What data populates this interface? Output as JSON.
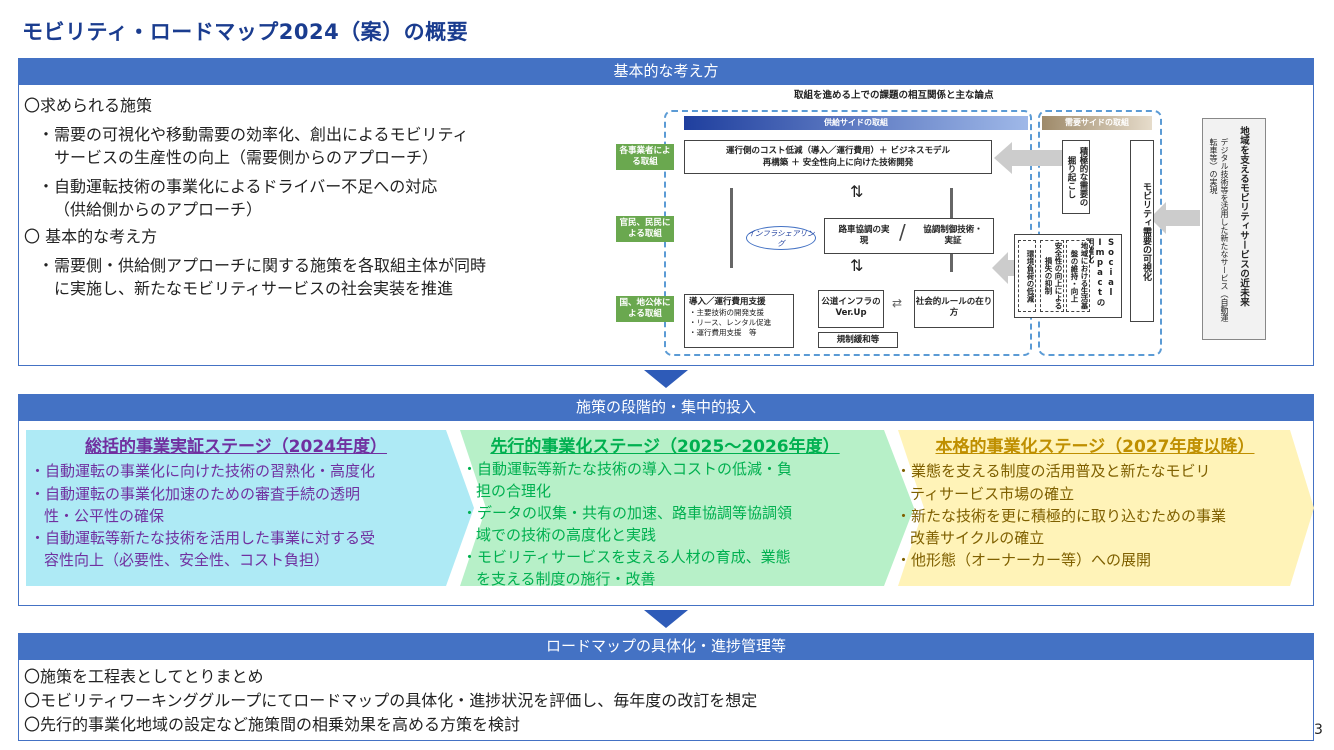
{
  "title": "モビリティ・ロードマップ2024（案）の概要",
  "page_number": "3",
  "section1": {
    "header": "基本的な考え方",
    "lines": [
      "〇求められる施策",
      "・需要の可視化や移動需要の効率化、創出によるモビリティ",
      "サービスの生産性の向上（需要側からのアプローチ）",
      "・自動運転技術の事業化によるドライバー不足への対応",
      "（供給側からのアプローチ）",
      "〇 基本的な考え方",
      "・需要側・供給側アプローチに関する施策を各取組主体が同時",
      "に実施し、新たなモビリティサービスの社会実装を推進"
    ]
  },
  "diagram": {
    "title": "取組を進める上での課題の相互関係と主な論点",
    "supply_label": "供給サイドの取組",
    "demand_label": "需要サイドの取組",
    "actor_labels": [
      "各事業者による取組",
      "官民、民民による取組",
      "国、地公体による取組"
    ],
    "cost_box": "運行側のコスト低減（導入／運行費用）＋ ビジネスモデル再構築 ＋ 安全性向上に向けた技術開発",
    "infra_sharing": "インフラシェアリング",
    "v2x_box": "路車協調の実現",
    "coop_box": "協調制御技術・実証",
    "support_title": "導入／運行費用支援",
    "support_items": [
      "・主要技術の開発支援",
      "・リース、レンタル促進",
      "・運行費用支援　等"
    ],
    "infra_box": "公道インフラのVer.Up",
    "rules_box": "社会的ルールの在り方",
    "dereg_box": "規制緩和等",
    "demand_dig": "積極的な需要の掘り起こし",
    "demand_vis": "モビリティ需要の可視化",
    "social_impact": "Social Impactの明確化",
    "impact_items": [
      "地域における生活基盤の維持・向上",
      "安全性の向上による損失の抑制",
      "環境負荷の低減"
    ],
    "right_main": "地域を支えるモビリティサービスの近未来",
    "right_sub": "デジタル技術等を活用した新たなサービス（自動運転車等）の実現"
  },
  "section2": {
    "header": "施策の段階的・集中的投入",
    "stages": [
      {
        "title": "総括的事業実証ステージ（2024年度）",
        "items": [
          "・自動運転の事業化に向けた技術の習熟化・高度化",
          "・自動運転の事業化加速のための審査手続の透明",
          "性・公平性の確保",
          "・自動運転等新たな技術を活用した事業に対する受",
          "容性向上（必要性、安全性、コスト負担）"
        ]
      },
      {
        "title": "先行的事業化ステージ（2025～2026年度）",
        "items": [
          "・自動運転等新たな技術の導入コストの低減・負",
          "担の合理化",
          "・データの収集・共有の加速、路車協調等協調領",
          "域での技術の高度化と実践",
          "・モビリティサービスを支える人材の育成、業態",
          "を支える制度の施行・改善"
        ]
      },
      {
        "title": "本格的事業化ステージ（2027年度以降）",
        "items": [
          "・業態を支える制度の活用普及と新たなモビリ",
          "ティサービス市場の確立",
          "・新たな技術を更に積極的に取り込むための事業",
          "改善サイクルの確立",
          "・他形態（オーナーカー等）への展開"
        ]
      }
    ]
  },
  "section3": {
    "header": "ロードマップの具体化・進捗管理等",
    "lines": [
      "〇施策を工程表としてとりまとめ",
      "〇モビリティワーキンググループにてロードマップの具体化・進捗状況を評価し、毎年度の改訂を想定",
      "〇先行的事業化地域の設定など施策間の相乗効果を高める方策を検討"
    ]
  },
  "colors": {
    "band": "#4472c4",
    "stage1_bg": "#aeeaf5",
    "stage1_title": "#7030a0",
    "stage1_text": "#7030a0",
    "stage2_bg": "#b7f0c8",
    "stage2_title": "#00b050",
    "stage2_text": "#00b050",
    "stage3_bg": "#fff3b8",
    "stage3_title": "#bf8f00",
    "stage3_text": "#7f6000"
  }
}
